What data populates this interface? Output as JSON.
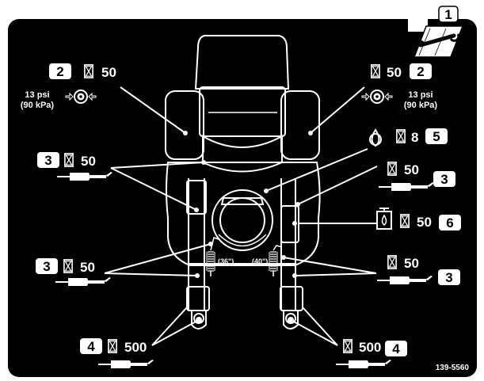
{
  "manual_callout": "1",
  "part_number": "139-5560",
  "height_labels": {
    "left": "(36\")",
    "right": "(40\")"
  },
  "callouts": [
    {
      "number": "2",
      "interval": "50",
      "pressure": "13 psi",
      "pressure_metric": "(90 kPa)",
      "side": "left"
    },
    {
      "number": "2",
      "interval": "50",
      "pressure": "13 psi",
      "pressure_metric": "(90 kPa)",
      "side": "right"
    },
    {
      "number": "3",
      "interval": "50",
      "side": "left-upper"
    },
    {
      "number": "3",
      "interval": "50",
      "side": "left-lower"
    },
    {
      "number": "3",
      "interval": "50",
      "side": "right-upper"
    },
    {
      "number": "3",
      "interval": "50",
      "side": "right-lower"
    },
    {
      "number": "4",
      "interval": "500",
      "side": "left"
    },
    {
      "number": "4",
      "interval": "500",
      "side": "right"
    },
    {
      "number": "5",
      "interval": "8",
      "side": "right"
    },
    {
      "number": "6",
      "interval": "50",
      "side": "right"
    }
  ],
  "icons": [
    "wrench-book-icon",
    "hourglass-icon",
    "tire-pressure-icon",
    "grease-gun-icon",
    "oil-drop-icon",
    "oil-reservoir-icon",
    "spring-icon"
  ]
}
